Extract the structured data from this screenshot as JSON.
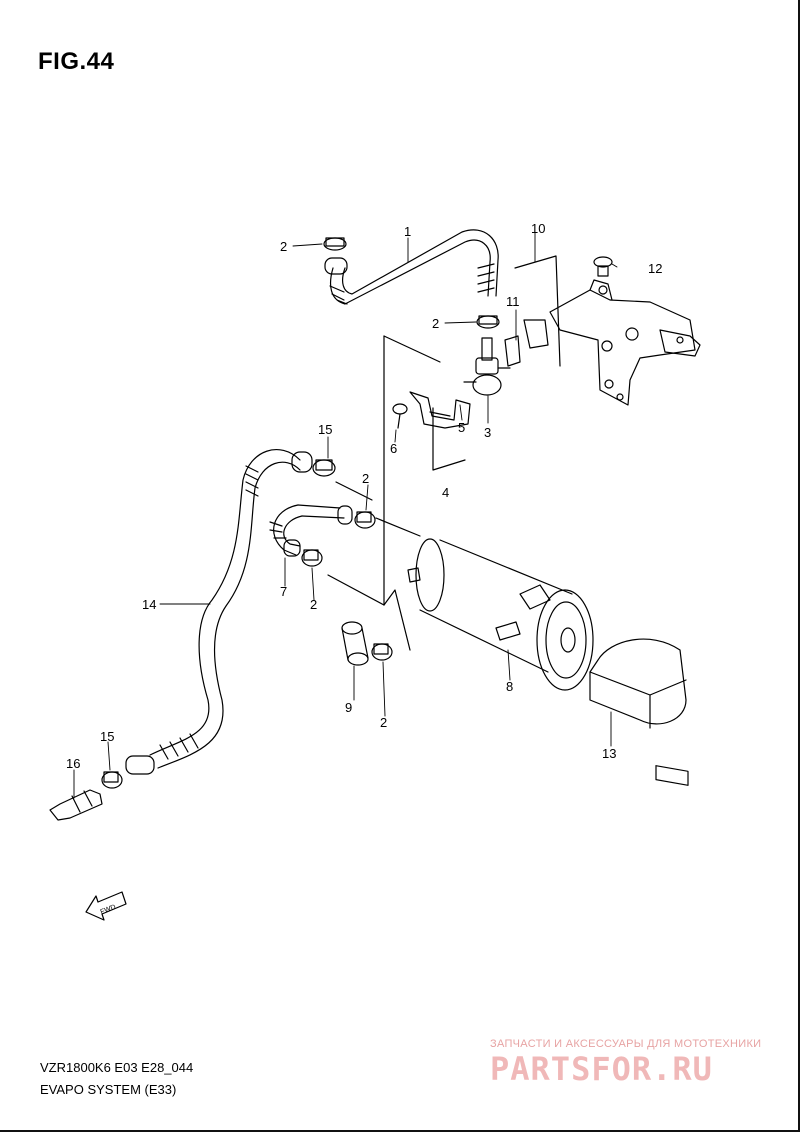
{
  "figure": {
    "title": "FIG.44"
  },
  "callouts": [
    {
      "id": "c1",
      "number": "1"
    },
    {
      "id": "c2a",
      "number": "2"
    },
    {
      "id": "c2b",
      "number": "2"
    },
    {
      "id": "c2c",
      "number": "2"
    },
    {
      "id": "c2d",
      "number": "2"
    },
    {
      "id": "c2e",
      "number": "2"
    },
    {
      "id": "c3",
      "number": "3"
    },
    {
      "id": "c4",
      "number": "4"
    },
    {
      "id": "c5",
      "number": "5"
    },
    {
      "id": "c6",
      "number": "6"
    },
    {
      "id": "c7",
      "number": "7"
    },
    {
      "id": "c8",
      "number": "8"
    },
    {
      "id": "c9",
      "number": "9"
    },
    {
      "id": "c10",
      "number": "10"
    },
    {
      "id": "c11",
      "number": "11"
    },
    {
      "id": "c12",
      "number": "12"
    },
    {
      "id": "c13",
      "number": "13"
    },
    {
      "id": "c14",
      "number": "14"
    },
    {
      "id": "c15a",
      "number": "15"
    },
    {
      "id": "c15b",
      "number": "15"
    },
    {
      "id": "c16",
      "number": "16"
    }
  ],
  "fwd_arrow": {
    "label": "FWD"
  },
  "footer": {
    "model_code": "VZR1800K6 E03 E28_044",
    "section_name": "EVAPO SYSTEM (E33)"
  },
  "watermark": {
    "tagline": "ЗАПЧАСТИ И АКСЕССУАРЫ ДЛЯ МОТОТЕХНИКИ",
    "brand": "PARTSFOR.RU"
  },
  "colors": {
    "line": "#000000",
    "watermark": "#f0b8b8"
  }
}
